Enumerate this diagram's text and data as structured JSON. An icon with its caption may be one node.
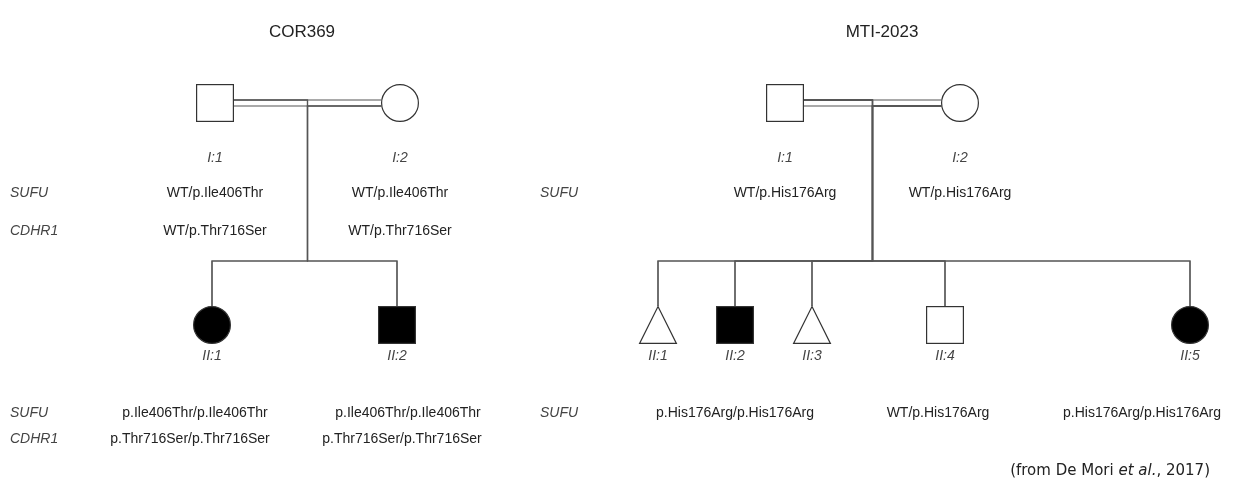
{
  "diagram": {
    "caption": "(from De Mori *et al.*, 2017)",
    "nodes": [
      {
        "text": [
          "I:1"
        ]
      },
      {
        "text": [
          "I:2"
        ]
      },
      {
        "text": [
          "II:1"
        ]
      },
      {
        "text": [
          "II:2"
        ]
      },
      {
        "text": [
          "I:1"
        ]
      },
      {
        "text": [
          "I:2"
        ]
      },
      {
        "text": [
          "II:1"
        ]
      },
      {
        "text": [
          "II:2"
        ]
      },
      {
        "text": [
          "II:3"
        ]
      },
      {
        "text": [
          "II:4"
        ]
      },
      {
        "text": [
          "II:5"
        ]
      }
    ],
    "edges": [
      {
        "from": 0,
        "to": 1,
        "arrow": "none"
      },
      {
        "from": 0,
        "to": 2,
        "arrow": "none"
      },
      {
        "from": 0,
        "to": 3,
        "arrow": "none"
      },
      {
        "from": 1,
        "to": 2,
        "arrow": "none"
      },
      {
        "from": 1,
        "to": 3,
        "arrow": "none"
      },
      {
        "from": 4,
        "to": 5,
        "arrow": "none"
      },
      {
        "from": 4,
        "to": 6,
        "arrow": "none"
      },
      {
        "from": 4,
        "to": 7,
        "arrow": "none"
      },
      {
        "from": 4,
        "to": 8,
        "arrow": "none"
      },
      {
        "from": 4,
        "to": 9,
        "arrow": "none"
      },
      {
        "from": 4,
        "to": 10,
        "arrow": "none"
      },
      {
        "from": 5,
        "to": 6,
        "arrow": "none"
      },
      {
        "from": 5,
        "to": 7,
        "arrow": "none"
      },
      {
        "from": 5,
        "to": 8,
        "arrow": "none"
      },
      {
        "from": 5,
        "to": 9,
        "arrow": "none"
      },
      {
        "from": 5,
        "to": 10,
        "arrow": "none"
      }
    ],
    "labels": [
      "COR369",
      "MTI-2023",
      "SUFU",
      "WT/p.Ile406Thr",
      "WT/p.Ile406Thr",
      "SUFU",
      "WT/p.His176Arg",
      "WT/p.His176Arg",
      "CDHR1",
      "WT/p.Thr716Ser",
      "WT/p.Thr716Ser",
      "SUFU",
      "p.Ile406Thr/p.Ile406Thr",
      "p.Ile406Thr/p.Ile406Thr",
      "SUFU",
      "p.His176Arg/p.His176Arg",
      "WT/p.His176Arg",
      "p.His176Arg/p.His176Arg",
      "CDHR1",
      "p.Thr716Ser/p.Thr716Ser",
      "p.Thr716Ser/p.Thr716Ser"
    ]
  }
}
